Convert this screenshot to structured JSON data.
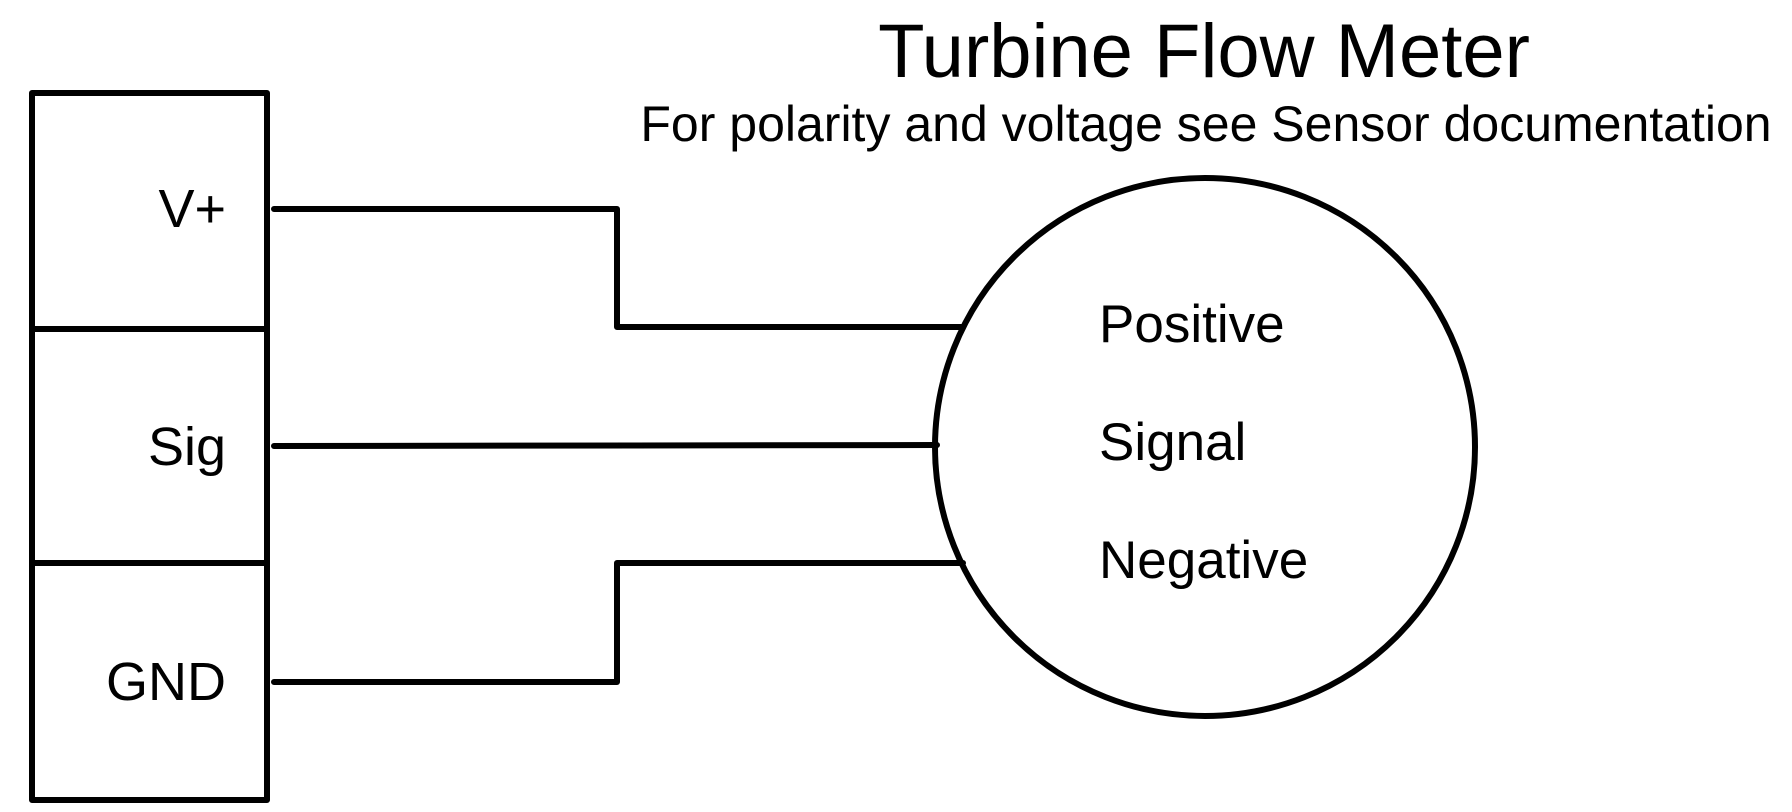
{
  "diagram": {
    "title": "Turbine Flow Meter",
    "subtitle": "For polarity and voltage see Sensor documentation",
    "colors": {
      "stroke": "#000000",
      "background": "#ffffff"
    },
    "terminal_block": {
      "pins": [
        {
          "id": "v_plus",
          "label": "V+"
        },
        {
          "id": "sig",
          "label": "Sig"
        },
        {
          "id": "gnd",
          "label": "GND"
        }
      ]
    },
    "sensor": {
      "shape": "circle",
      "terminals": [
        {
          "id": "positive",
          "label": "Positive"
        },
        {
          "id": "signal",
          "label": "Signal"
        },
        {
          "id": "negative",
          "label": "Negative"
        }
      ]
    },
    "connections": [
      {
        "from": "V+",
        "to": "Positive"
      },
      {
        "from": "Sig",
        "to": "Signal"
      },
      {
        "from": "GND",
        "to": "Negative"
      }
    ]
  }
}
